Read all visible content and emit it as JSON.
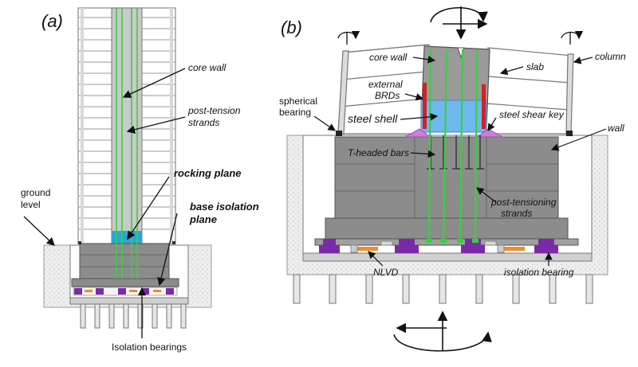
{
  "panels": {
    "a": "(a)",
    "b": "(b)"
  },
  "labels_a": {
    "core_wall": "core wall",
    "post_tension_1": "post-tension",
    "post_tension_2": "strands",
    "rocking_plane": "rocking plane",
    "base_iso_1": "base isolation",
    "base_iso_2": "plane",
    "ground_1": "ground",
    "ground_2": "level",
    "isolation_bearings": "Isolation bearings"
  },
  "labels_b": {
    "core_wall": "core wall",
    "slab": "slab",
    "column": "column",
    "spherical_1": "spherical",
    "spherical_2": "bearing",
    "external_1": "external",
    "external_2": "BRDs",
    "steel_shell": "steel shell",
    "steel_shear_key": "steel shear key",
    "wall": "wall",
    "t_headed_bars": "T-headed bars",
    "pt_1": "post-tensioning",
    "pt_2": "strands",
    "nlvd": "NLVD",
    "isolation_bearing": "isolation bearing"
  },
  "colors": {
    "strand": "#39d040",
    "concrete": "#8a8a8a",
    "bearing": "#7a2aa8",
    "shell": "#6fb8ee",
    "brd": "#d42020",
    "key": "#c880d8",
    "damper": "#e8902a"
  }
}
